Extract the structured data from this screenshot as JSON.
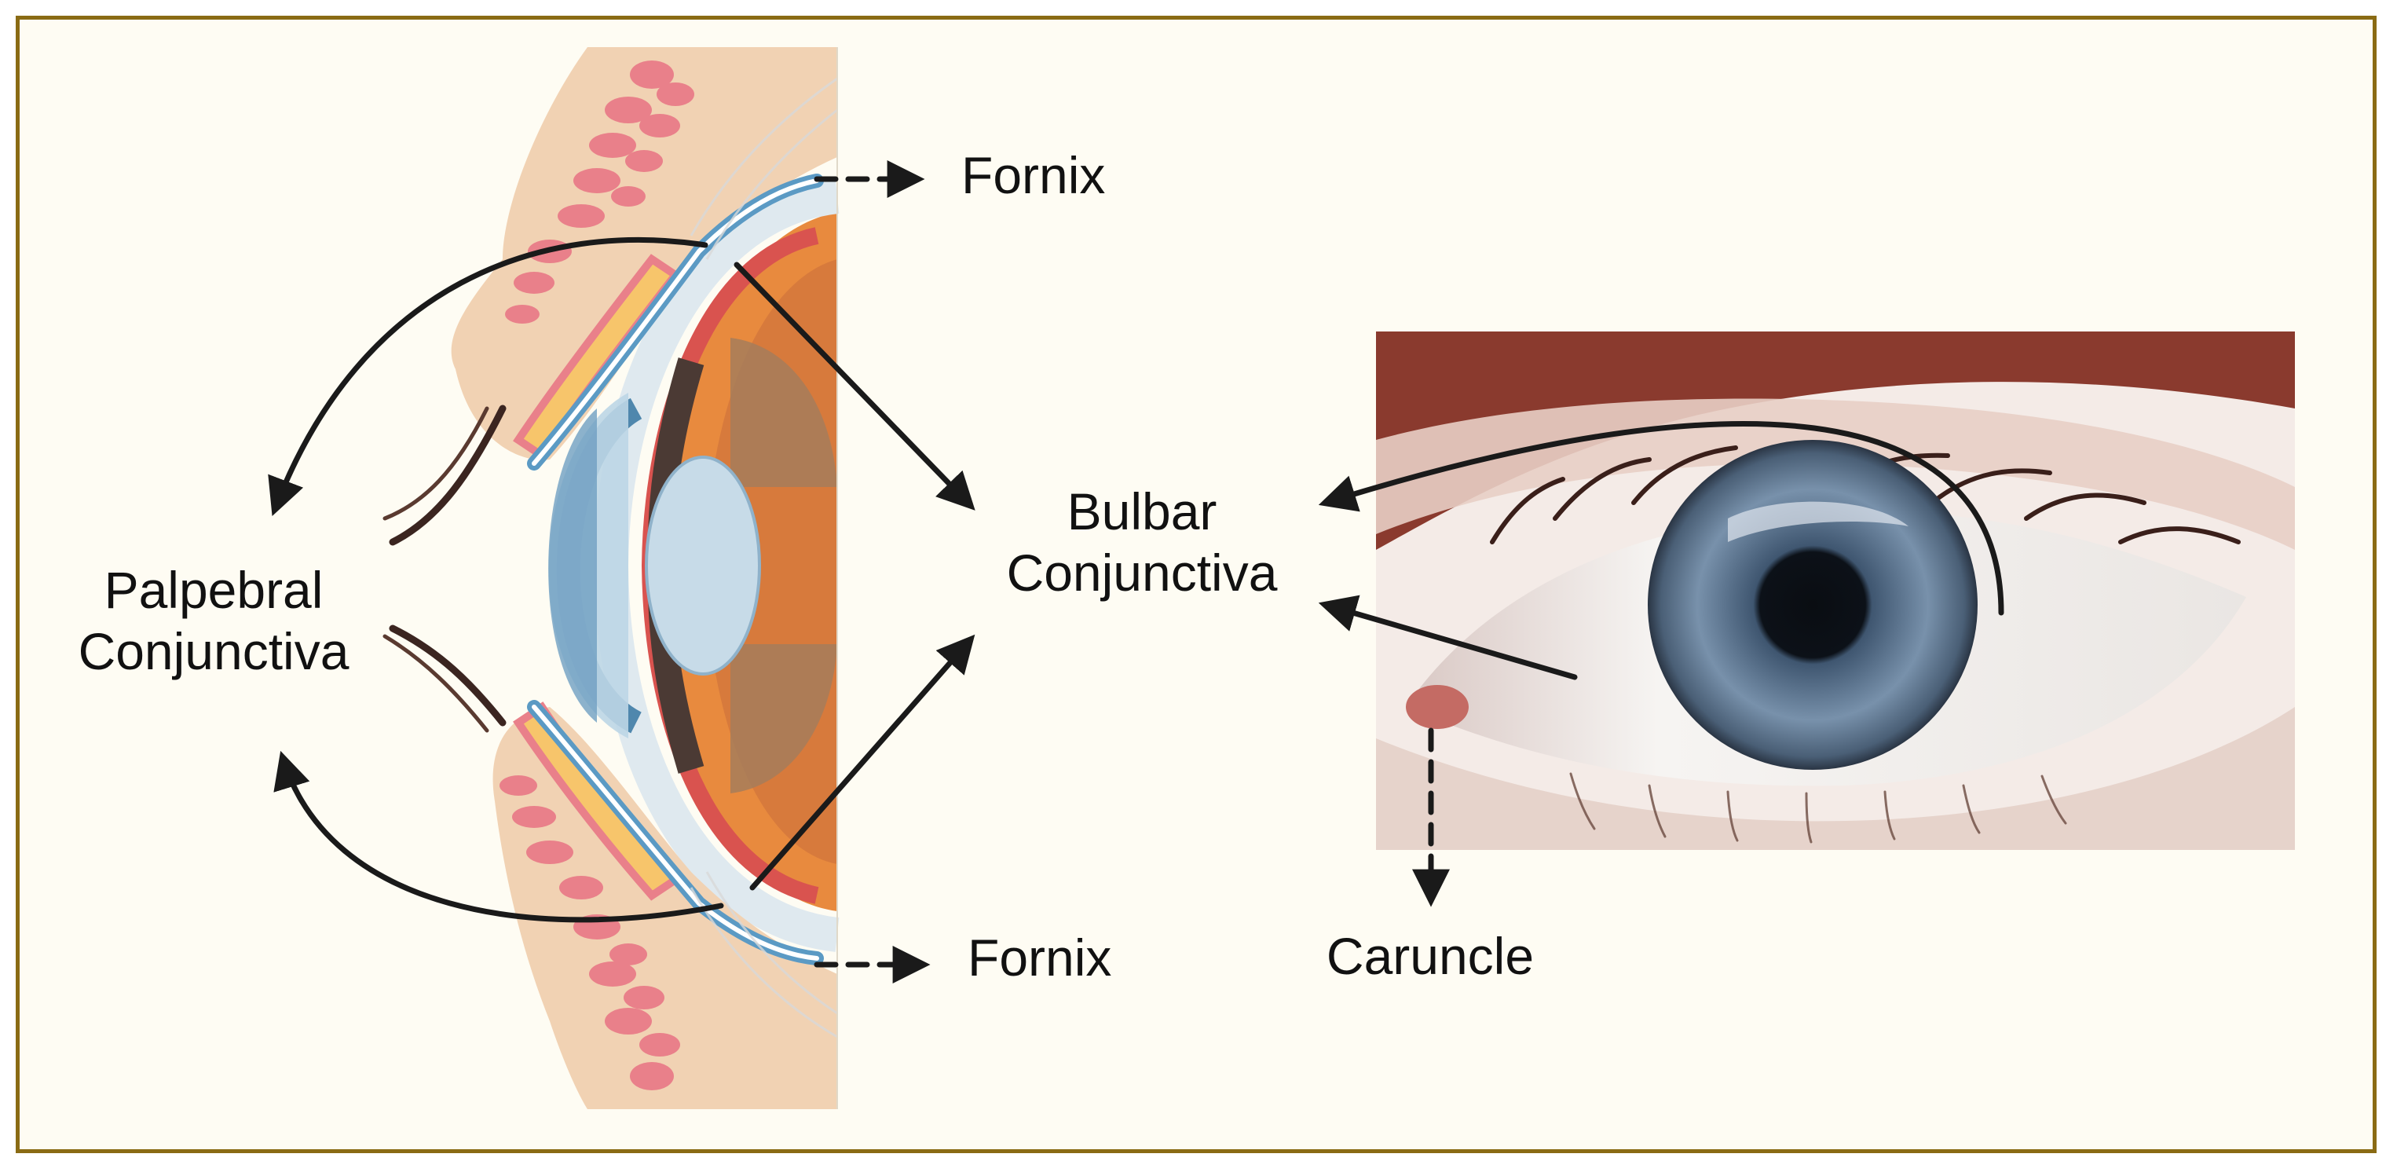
{
  "labels": {
    "fornix_top": "Fornix",
    "fornix_bottom": "Fornix",
    "bulbar_line1": "Bulbar",
    "bulbar_line2": "Conjunctiva",
    "palpebral_line1": "Palpebral",
    "palpebral_line2": "Conjunctiva",
    "caruncle": "Caruncle"
  },
  "colors": {
    "frame_border": "#8a6b14",
    "background": "#fefcf3",
    "skin": "#f1d2b3",
    "muscle": "#e9808a",
    "conjunctiva_outline": "#5b9ac4",
    "sclera": "#dfe9ef",
    "cornea": "#9fc4d8",
    "lens": "#c7dbe8",
    "iris_dark": "#4b3a34",
    "retina_orange": "#e88a3e",
    "arrow": "#1a1a1a"
  }
}
